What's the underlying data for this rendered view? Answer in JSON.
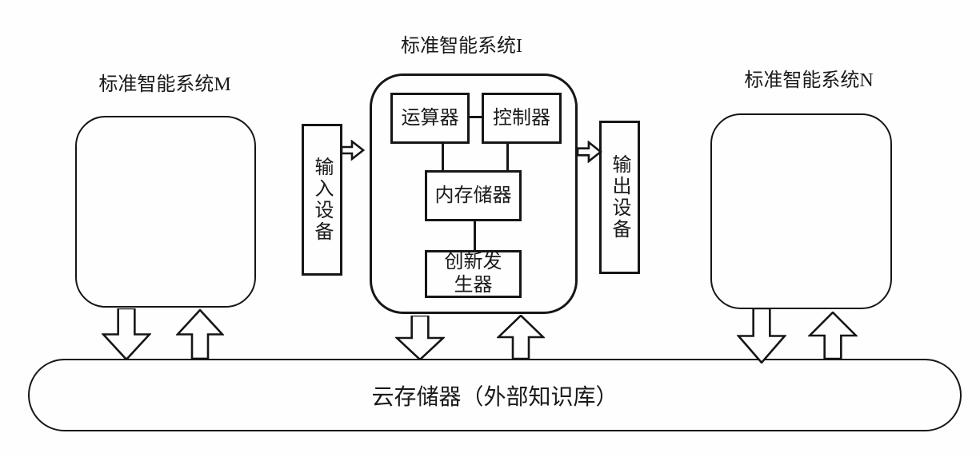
{
  "diagram": {
    "systems": {
      "left": {
        "label": "标准智能系统M"
      },
      "center": {
        "label": "标准智能系统I"
      },
      "right": {
        "label": "标准智能系统N"
      }
    },
    "components": {
      "alu": "运算器",
      "controller": "控制器",
      "memory": "内存储器",
      "innovation_generator": "创新发生器"
    },
    "devices": {
      "input": "输入设备",
      "output": "输出设备"
    },
    "cloud": {
      "label": "云存储器（外部知识库）"
    },
    "colors": {
      "stroke": "#161616",
      "background": "#fefefe",
      "text": "#1a1a1a"
    },
    "icons": {
      "flow_right": "arrow-right-icon",
      "flow_down": "arrow-down-icon",
      "flow_up": "arrow-up-icon"
    }
  }
}
